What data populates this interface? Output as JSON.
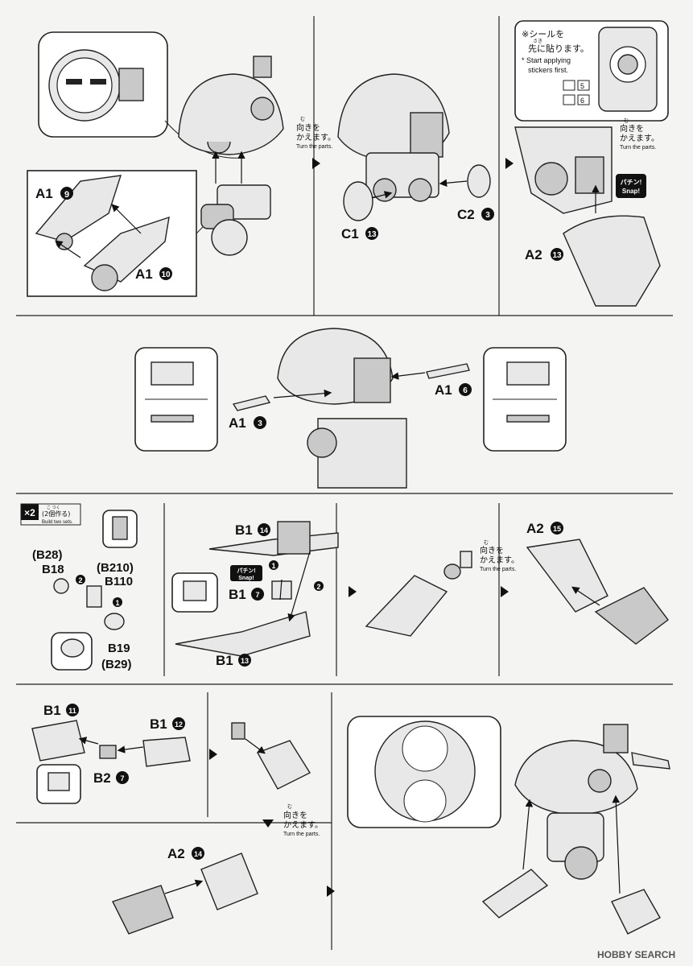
{
  "steps": {
    "s1": {
      "labels": [
        "A1",
        "A1"
      ],
      "circles": [
        "9",
        "10"
      ]
    },
    "s2": {
      "turn_ruby": "む",
      "turn_jp_1": "向きを",
      "turn_jp_2": "かえます。",
      "turn_en": "Turn the parts.",
      "labels": [
        "C1",
        "C2"
      ],
      "circles": [
        "13",
        "3"
      ]
    },
    "s3": {
      "sticker_jp_1": "※シールを",
      "sticker_ruby": "さき",
      "sticker_jp_2": "先に貼ります。",
      "sticker_en_1": "* Start applying",
      "sticker_en_2": "stickers first.",
      "sticker_nums": [
        "5",
        "6"
      ],
      "turn_ruby": "む",
      "turn_jp_1": "向きを",
      "turn_jp_2": "かえます。",
      "turn_en": "Turn the parts.",
      "snap_jp": "パチン!",
      "snap_en": "Snap!",
      "label": "A2",
      "circle": "13"
    },
    "s4": {
      "labels": [
        "A1",
        "A1"
      ],
      "circles": [
        "3",
        "6"
      ]
    },
    "s5": {
      "x2": "×2",
      "sets_jp": "(2個作る)",
      "sets_ruby": "こ つく",
      "sets_en": "Build two sets.",
      "p1": "(B2",
      "p1c": "8",
      "p1e": ")",
      "p2": "B1",
      "p2c": "8",
      "p3": "(B2",
      "p3c": "10",
      "p3e": ")",
      "p4": "B1",
      "p4c": "10",
      "p5": "B1",
      "p5c": "9",
      "p6": "(B2",
      "p6c": "9",
      "p6e": ")",
      "steps": [
        "1",
        "2"
      ]
    },
    "s6": {
      "labels": [
        "B1",
        "B1",
        "B1"
      ],
      "circles": [
        "14",
        "7",
        "13"
      ],
      "snap_jp": "パチン!",
      "snap_en": "Snap!",
      "steps": [
        "1",
        "2"
      ]
    },
    "s7": {
      "turn_ruby": "む",
      "turn_jp_1": "向きを",
      "turn_jp_2": "かえます。",
      "turn_en": "Turn the parts."
    },
    "s8": {
      "label": "A2",
      "circle": "15"
    },
    "s9": {
      "labels": [
        "B1",
        "B1",
        "B2"
      ],
      "circles": [
        "11",
        "12",
        "7"
      ]
    },
    "s10": {
      "turn_ruby": "む",
      "turn_jp_1": "向きを",
      "turn_jp_2": "かえます。",
      "turn_en": "Turn the parts.",
      "label": "A2",
      "circle": "14"
    }
  },
  "watermark": "HOBBY SEARCH",
  "colors": {
    "ink": "#111111",
    "paper": "#f4f4f2",
    "part": "#e8e8e8"
  }
}
